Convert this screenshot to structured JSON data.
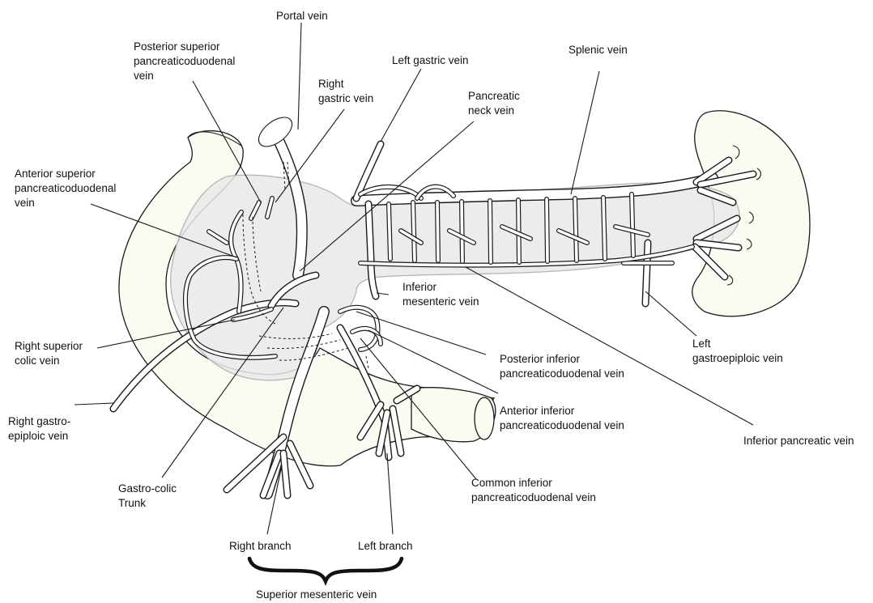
{
  "labels": {
    "portal_vein": "Portal vein",
    "posterior_superior_1": "Posterior superior",
    "posterior_superior_2": "pancreaticoduodenal",
    "posterior_superior_3": "vein",
    "right_gastric_1": "Right",
    "right_gastric_2": "gastric vein",
    "left_gastric": "Left gastric vein",
    "splenic_vein": "Splenic vein",
    "pancreatic_neck_1": "Pancreatic",
    "pancreatic_neck_2": "neck vein",
    "anterior_superior_1": "Anterior superior",
    "anterior_superior_2": "pancreaticoduodenal",
    "anterior_superior_3": "vein",
    "inferior_mesenteric_1": "Inferior",
    "inferior_mesenteric_2": "mesenteric vein",
    "left_gastroepiploic_1": "Left",
    "left_gastroepiploic_2": "gastroepiploic vein",
    "right_superior_colic_1": "Right superior",
    "right_superior_colic_2": "colic vein",
    "posterior_inferior_1": "Posterior inferior",
    "posterior_inferior_2": "pancreaticoduodenal vein",
    "right_gastroepiploic_1": "Right gastro-",
    "right_gastroepiploic_2": "epiploic vein",
    "anterior_inferior_1": "Anterior inferior",
    "anterior_inferior_2": "pancreaticoduodenal vein",
    "inferior_pancreatic": "Inferior pancreatic vein",
    "gastro_colic_1": "Gastro-colic",
    "gastro_colic_2": "Trunk",
    "common_inferior_1": "Common inferior",
    "common_inferior_2": "pancreaticoduodenal vein",
    "right_branch": "Right branch",
    "left_branch": "Left branch",
    "superior_mesenteric": "Superior mesenteric vein"
  }
}
